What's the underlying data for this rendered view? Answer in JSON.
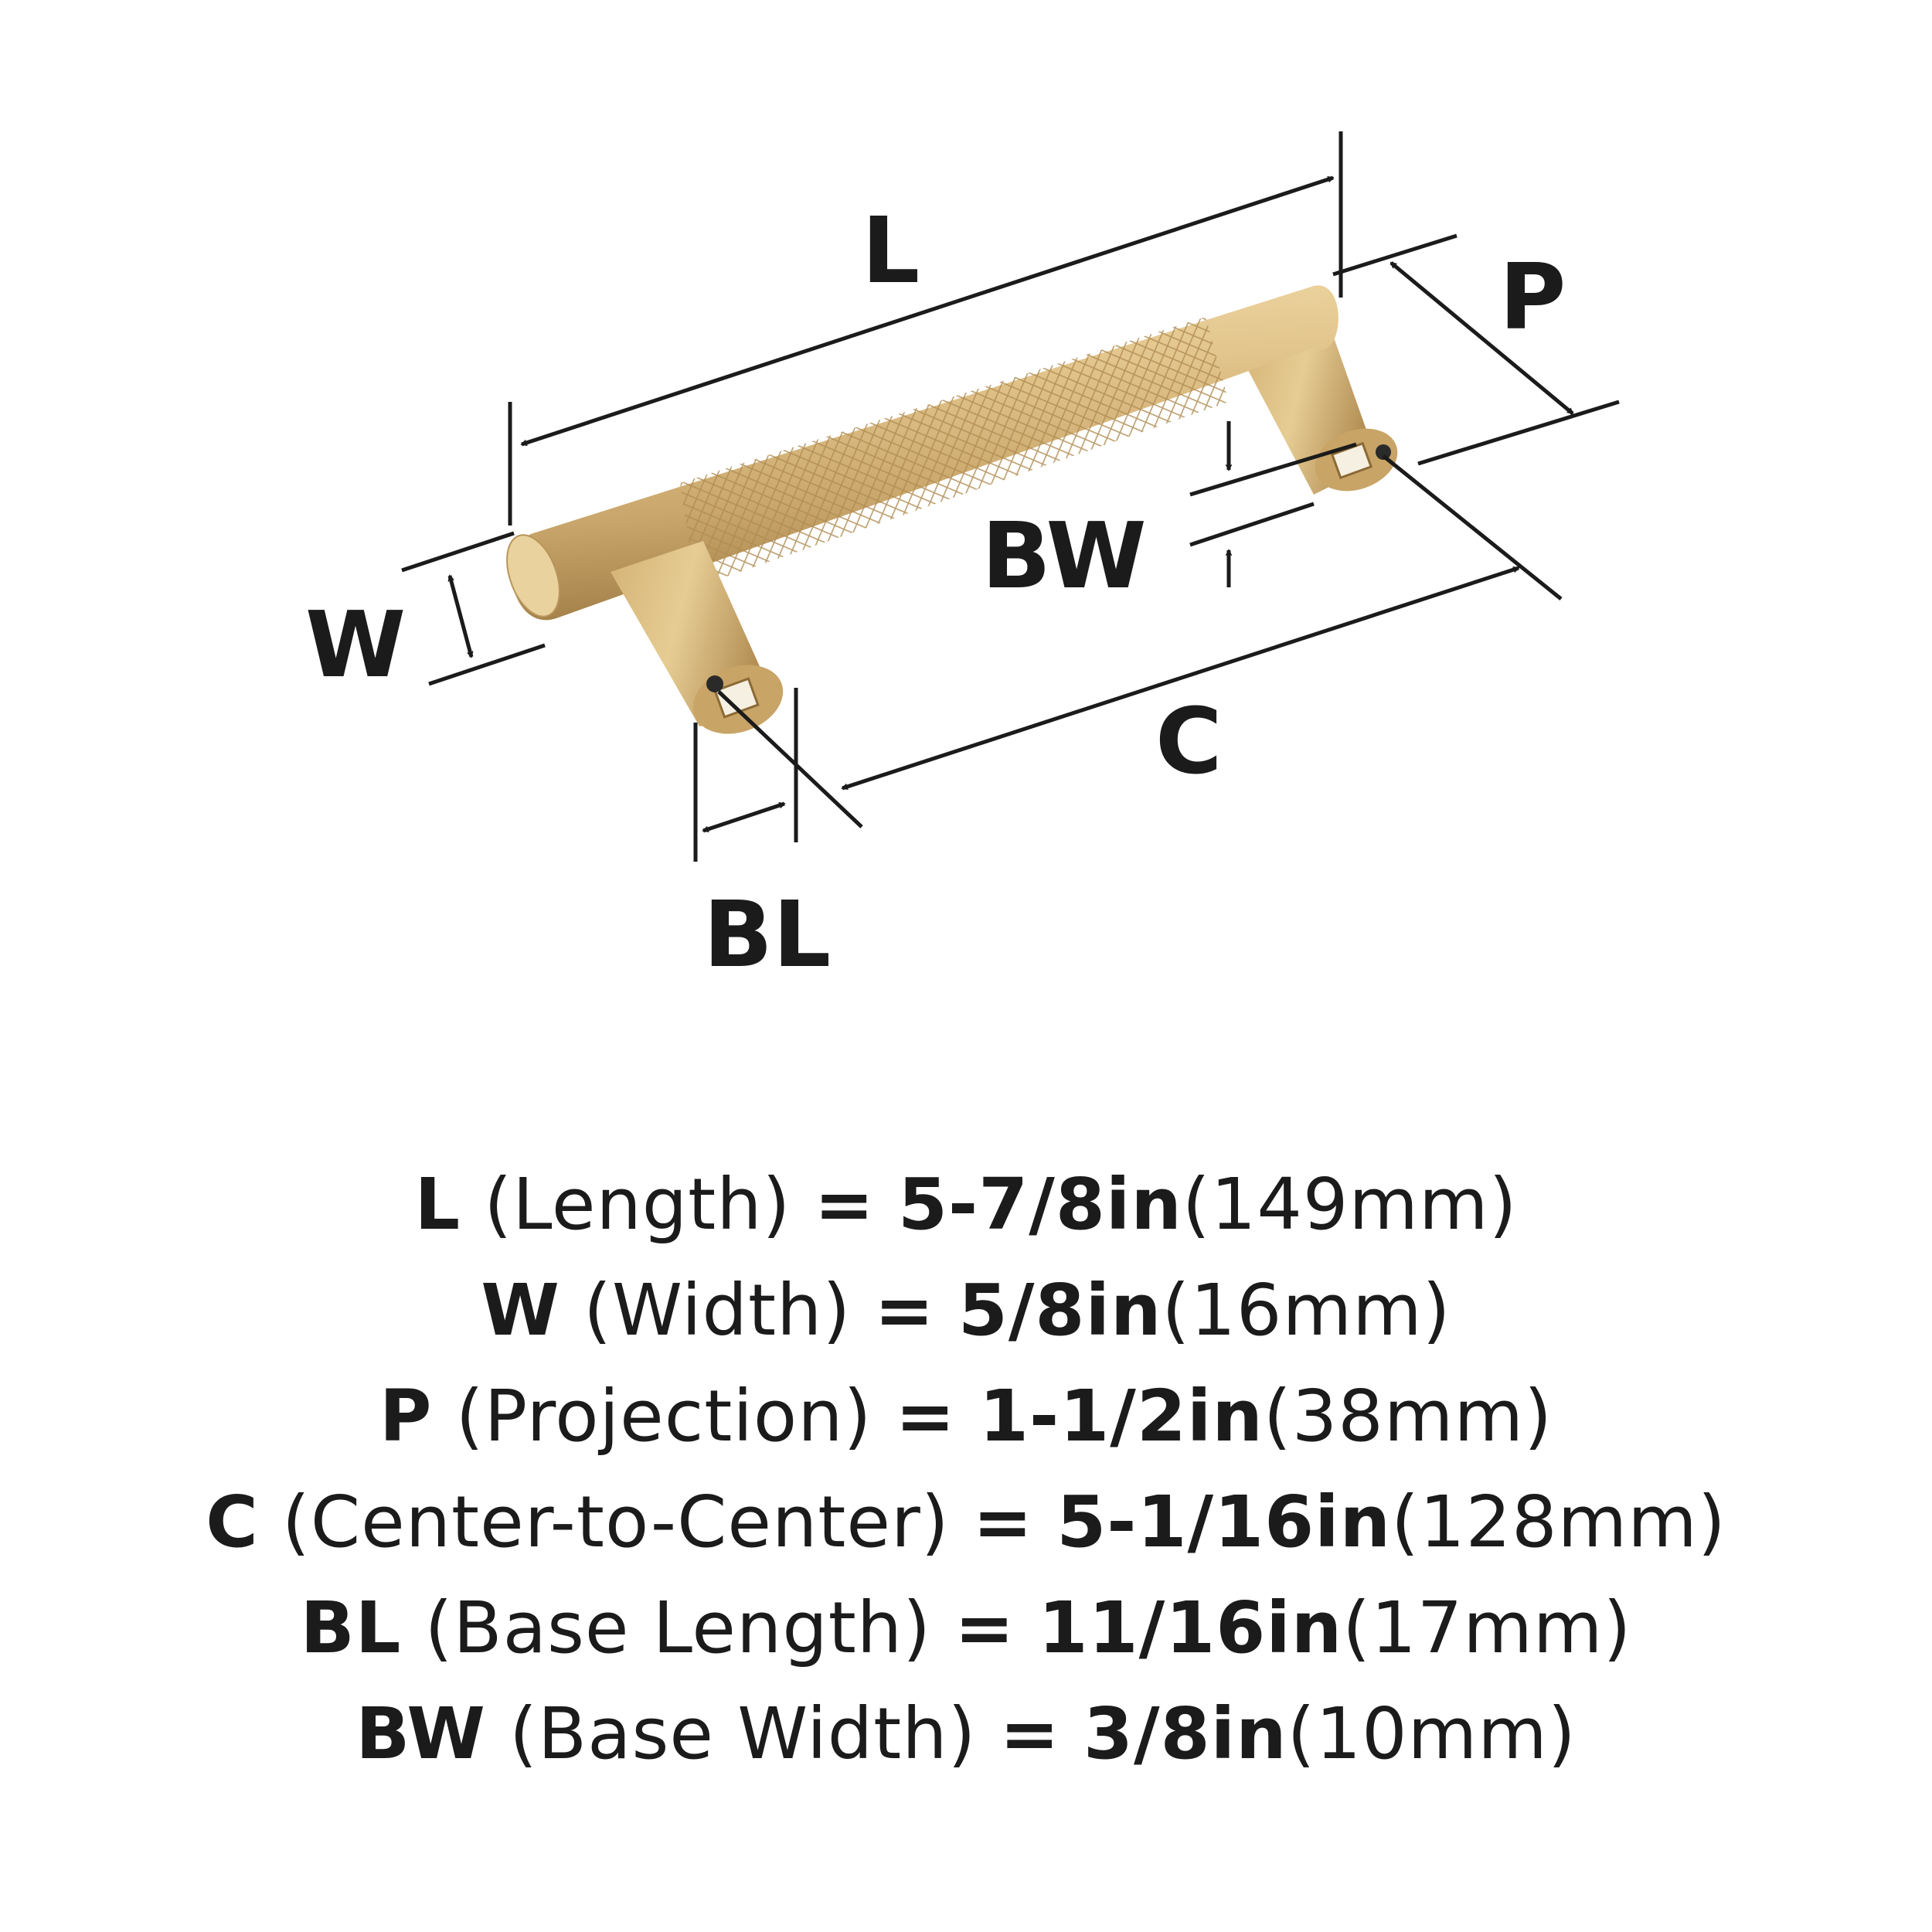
{
  "diagram": {
    "labels": {
      "L": "L",
      "P": "P",
      "BW": "BW",
      "W": "W",
      "C": "C",
      "BL": "BL"
    }
  },
  "colors": {
    "ink": "#1b1b1b",
    "brass_light": "#e6cc93",
    "brass_mid": "#d2b074",
    "brass_dark": "#a27f47"
  },
  "specs": [
    {
      "key": "L",
      "name": "(Length)",
      "eq": "=",
      "inch": "5-7/8in",
      "mm": "(149mm)"
    },
    {
      "key": "W",
      "name": "(Width)",
      "eq": "=",
      "inch": "5/8in",
      "mm": "(16mm)"
    },
    {
      "key": "P",
      "name": "(Projection)",
      "eq": "=",
      "inch": "1-1/2in",
      "mm": "(38mm)"
    },
    {
      "key": "C",
      "name": "(Center-to-Center)",
      "eq": "=",
      "inch": "5-1/16in",
      "mm": "(128mm)"
    },
    {
      "key": "BL",
      "name": "(Base Length)",
      "eq": "=",
      "inch": "11/16in",
      "mm": "(17mm)"
    },
    {
      "key": "BW",
      "name": "(Base Width)",
      "eq": "=",
      "inch": "3/8in",
      "mm": "(10mm)"
    }
  ]
}
